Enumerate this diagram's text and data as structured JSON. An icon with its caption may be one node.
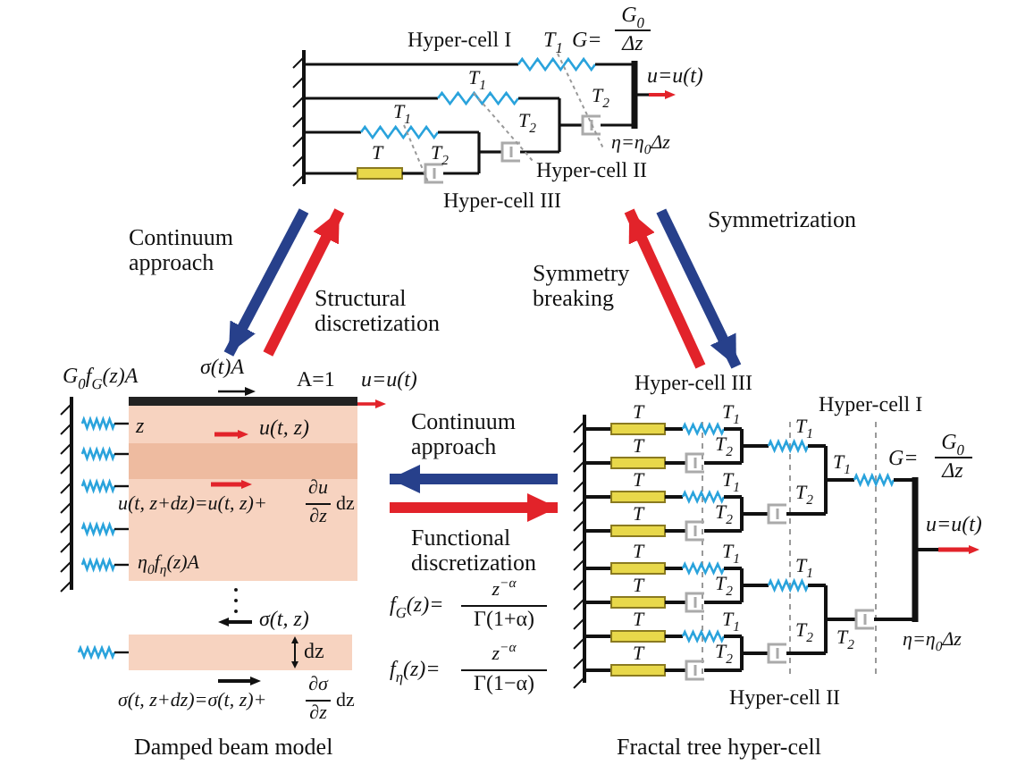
{
  "diagram": {
    "nodes": [
      {
        "text": [],
        "shape": "picture"
      },
      {
        "text": [],
        "shape": "picture",
        "beside": [
          "Damped beam model"
        ]
      },
      {
        "text": [],
        "shape": "picture",
        "beside": [
          "Fractal tree hyper-cell"
        ]
      }
    ],
    "edges": [
      {
        "from": 0,
        "to": 1,
        "arrow": "to",
        "label": "Continuum approach",
        "color": "#27408b"
      },
      {
        "from": 1,
        "to": 0,
        "arrow": "to",
        "label": "Structural discretization",
        "color": "#e2232a"
      },
      {
        "from": 0,
        "to": 2,
        "arrow": "to",
        "label": "Symmetrization",
        "color": "#27408b"
      },
      {
        "from": 2,
        "to": 0,
        "arrow": "to",
        "label": "Symmetry breaking",
        "color": "#e2232a"
      },
      {
        "from": 2,
        "to": 1,
        "arrow": "to",
        "label": "Continuum approach",
        "color": "#27408b"
      },
      {
        "from": 1,
        "to": 2,
        "arrow": "to",
        "label": "Functional discretization",
        "color": "#e2232a"
      }
    ],
    "labels": [
      "Hyper-cell I",
      "T$_{1}$",
      "G=",
      "G$_{0}$",
      "Δz",
      "T$_{1}$",
      "u=u(t)",
      "T$_{2}$",
      "T$_{1}$",
      "η=η$_{0}$Δz",
      "T$_{2}$",
      "T",
      "T$_{2}$",
      "Hyper-cell II",
      "Hyper-cell III",
      "G$_{0}$f$_{G}$(z)A",
      "σ(t)A",
      "A=1",
      "u=u(t)",
      "z",
      "u(t, z)",
      "u(t, z+dz)=u(t, z)+",
      "∂u",
      "∂z",
      "dz",
      "η$_{0}$f$_{η}$(z)A",
      "σ(t, z)",
      "dz",
      "σ(t, z+dz)=σ(t, z)+",
      "∂σ",
      "∂z",
      "dz",
      "f$_{G}$(z)=",
      "z$^{−α}$",
      "Γ(1+α)",
      "f$_{η}$(z)=",
      "z$^{−α}$",
      "Γ(1−α)",
      "Hyper-cell III",
      "Hyper-cell I",
      "T",
      "T",
      "T",
      "T",
      "T",
      "T",
      "T",
      "T",
      "T$_{1}$",
      "T$_{2}$",
      "T$_{1}$",
      "T$_{2}$",
      "T$_{1}$",
      "T$_{2}$",
      "T$_{1}$",
      "T$_{2}$",
      "T$_{1}$",
      "T$_{2}$",
      "T$_{1}$",
      "G=",
      "G$_{0}$",
      "Δz",
      "u=u(t)",
      "T$_{1}$",
      "T$_{2}$",
      "T$_{2}$",
      "η=η$_{0}$Δz",
      "Hyper-cell II"
    ]
  }
}
